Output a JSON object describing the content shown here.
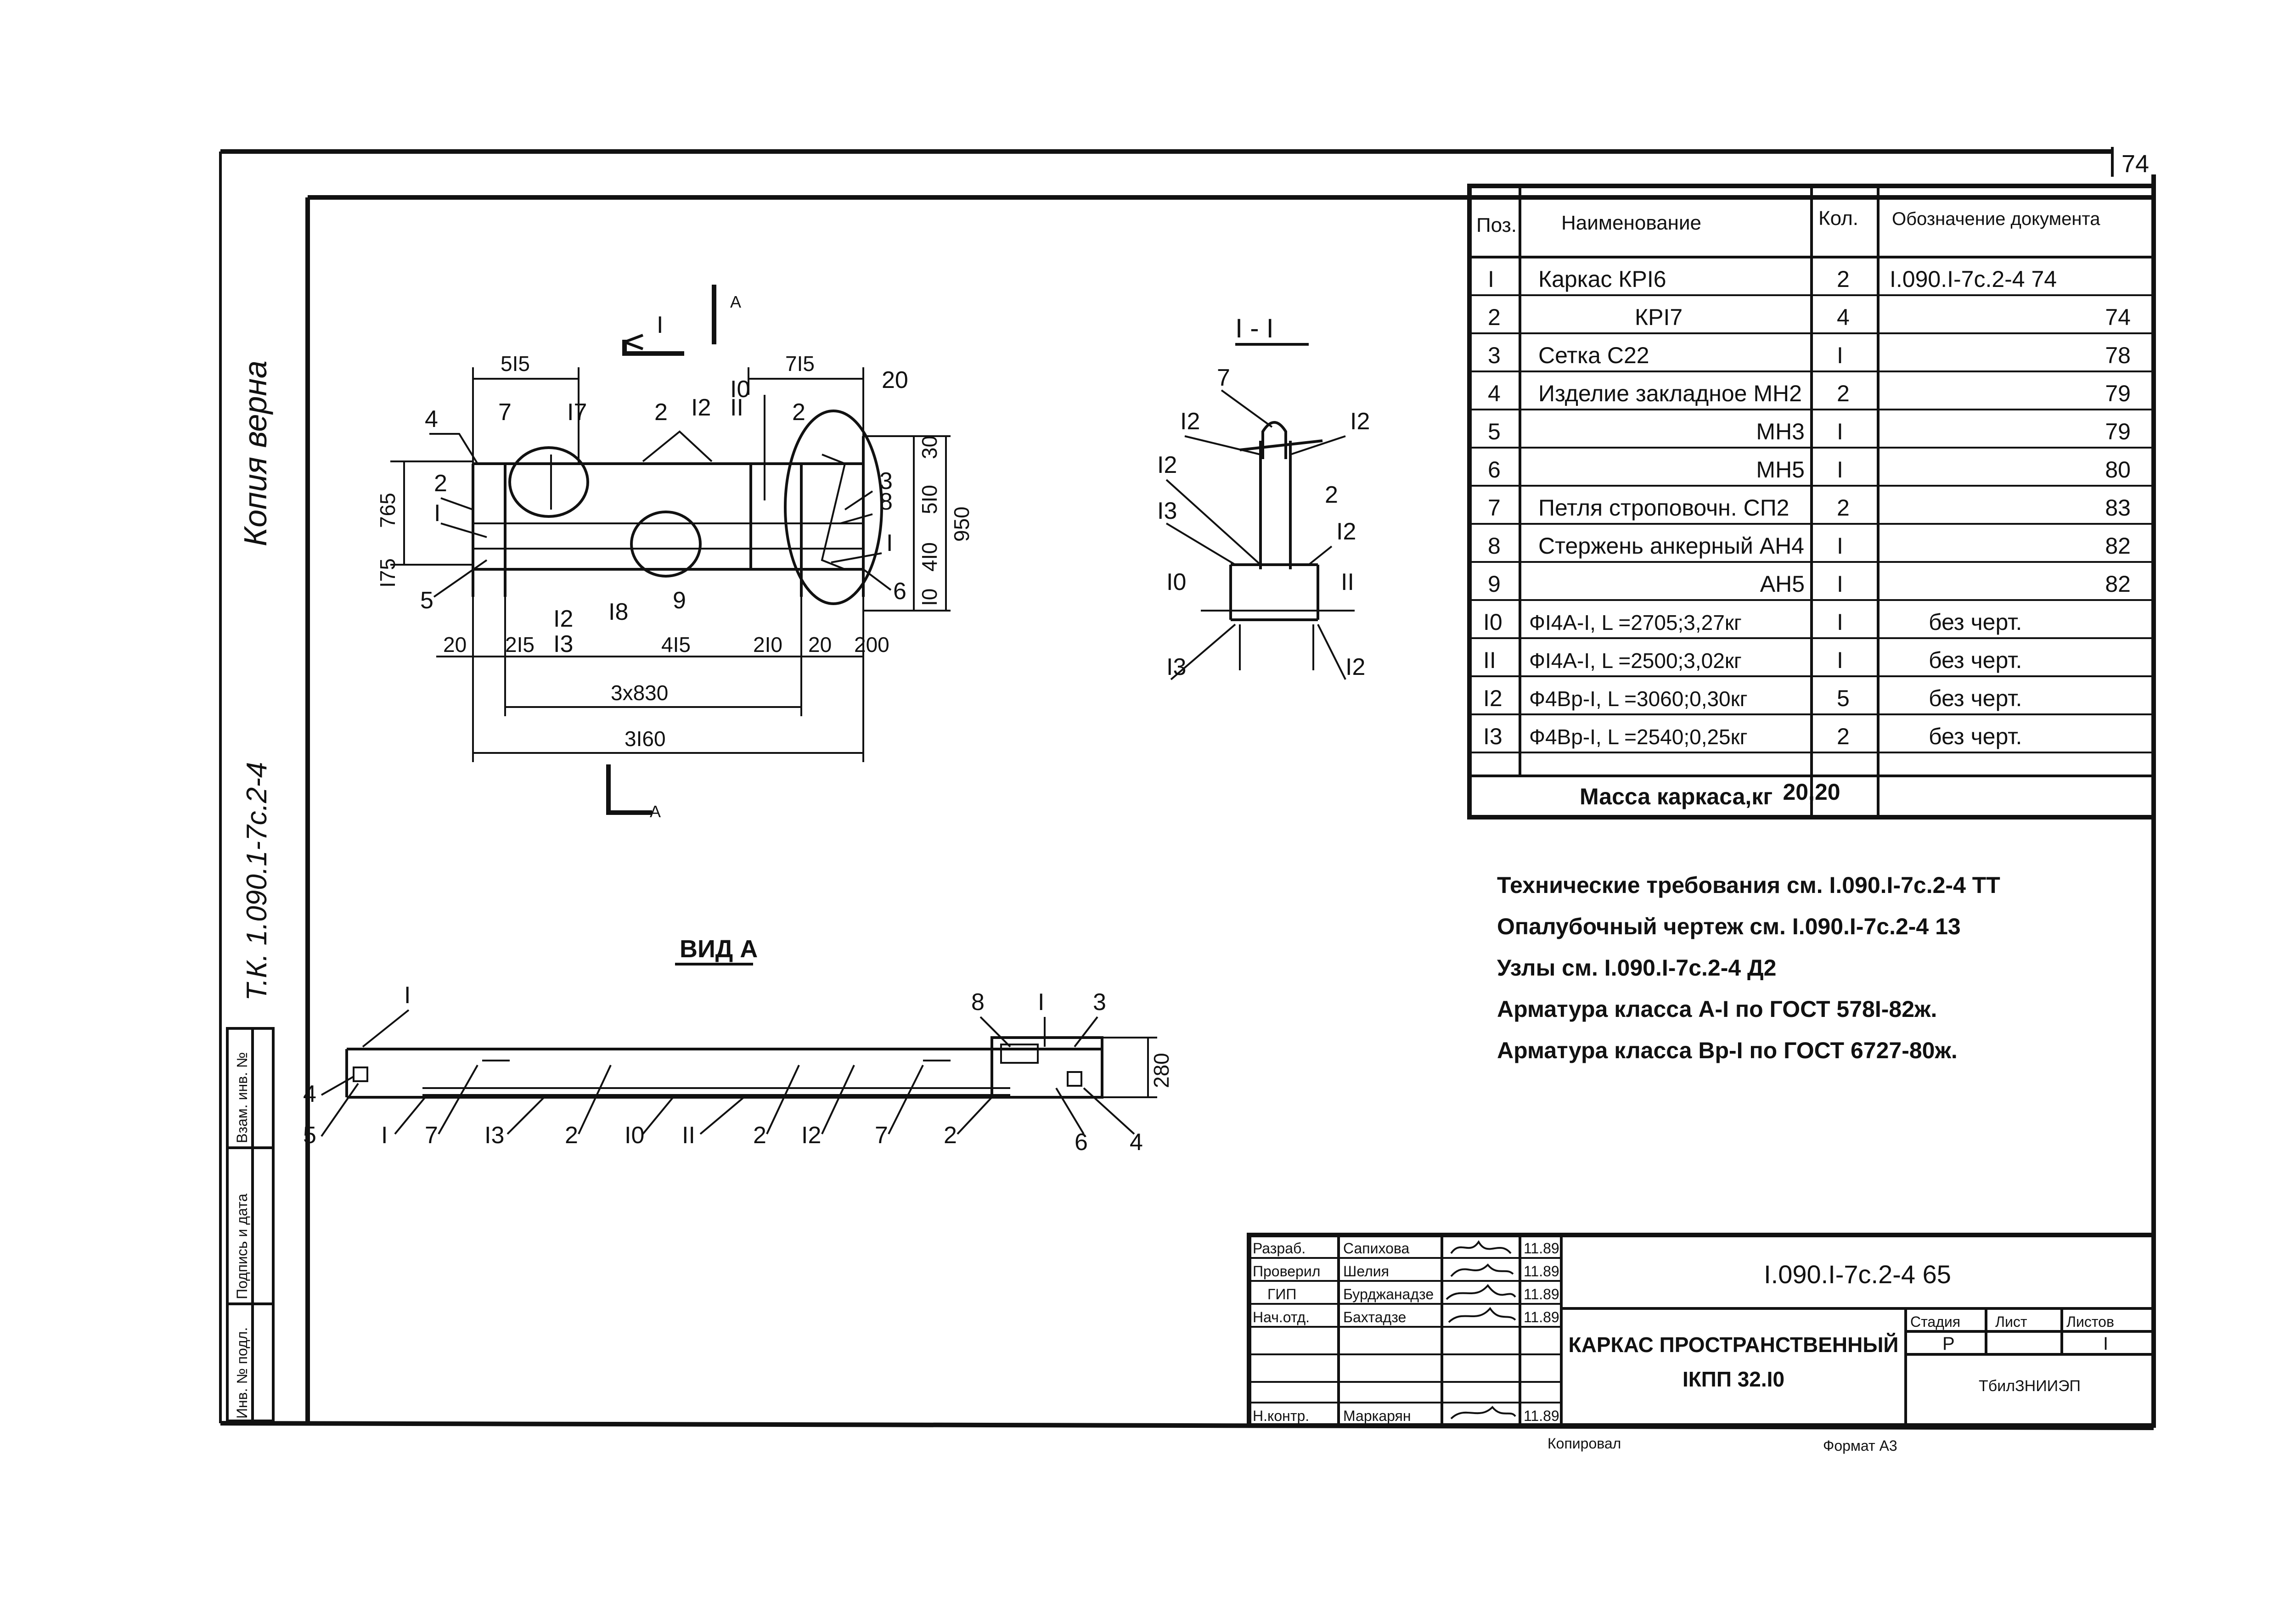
{
  "page_number": "74",
  "margin_text": {
    "top_sig": "Копия верна",
    "code": "Т.К. 1.090.1-7с.2-4"
  },
  "left_strip": {
    "cells": [
      "Взам. инв. №",
      "Подпись и дата",
      "Инв. № подл."
    ]
  },
  "spec_table": {
    "headers": {
      "pos": "Поз.",
      "name": "Наименование",
      "qty": "Кол.",
      "doc": "Обозначение документа"
    },
    "rows": [
      {
        "pos": "I",
        "name": "Каркас КРI6",
        "qty": "2",
        "doc": "I.090.I-7с.2-4 74"
      },
      {
        "pos": "2",
        "name": "КРI7",
        "qty": "4",
        "doc": "74"
      },
      {
        "pos": "3",
        "name": "Сетка С22",
        "qty": "I",
        "doc": "78"
      },
      {
        "pos": "4",
        "name": "Изделие закладное МН2",
        "qty": "2",
        "doc": "79"
      },
      {
        "pos": "5",
        "name": "МН3",
        "qty": "I",
        "doc": "79"
      },
      {
        "pos": "6",
        "name": "МН5",
        "qty": "I",
        "doc": "80"
      },
      {
        "pos": "7",
        "name": "Петля строповочн. СП2",
        "qty": "2",
        "doc": "83"
      },
      {
        "pos": "8",
        "name": "Стержень анкерный АН4",
        "qty": "I",
        "doc": "82"
      },
      {
        "pos": "9",
        "name": "АН5",
        "qty": "I",
        "doc": "82"
      },
      {
        "pos": "I0",
        "name": "ФI4А-I, L =2705;3,27кг",
        "qty": "I",
        "doc": "без черт."
      },
      {
        "pos": "II",
        "name": "ФI4А-I, L =2500;3,02кг",
        "qty": "I",
        "doc": "без черт."
      },
      {
        "pos": "I2",
        "name": "Ф4Вр-I, L =3060;0,30кг",
        "qty": "5",
        "doc": "без черт."
      },
      {
        "pos": "I3",
        "name": "Ф4Вр-I, L =2540;0,25кг",
        "qty": "2",
        "doc": "без черт."
      }
    ],
    "mass_label": "Масса каркаса,кг",
    "mass_value": "20,20"
  },
  "notes": [
    "Технические требования см. I.090.I-7с.2-4 ТТ",
    "Опалубочный чертеж см. I.090.I-7с.2-4 13",
    "Узлы см. I.090.I-7с.2-4 Д2",
    "Арматура класса А-I по ГОСТ 578I-82ж.",
    "Арматура класса Вр-I по ГОСТ 6727-80ж."
  ],
  "views": {
    "section_title": "I - I",
    "view_a_title": "ВИД А",
    "cut_mark": "I",
    "arrow_mark": "А"
  },
  "main_dims": {
    "d515": "5I5",
    "d715": "7I5",
    "d30": "30",
    "d765": "765",
    "d175": "I75",
    "d510": "5I0",
    "d410": "4I0",
    "d10": "I0",
    "d950": "950",
    "d20a": "20",
    "d215": "2I5",
    "d415": "4I5",
    "d210": "2I0",
    "d20b": "20",
    "d200": "200",
    "d3x830": "3x830",
    "d3160": "3I60"
  },
  "main_labels": [
    "4",
    "7",
    "I7",
    "2",
    "I2",
    "I0",
    "II",
    "2",
    "20",
    "2",
    "I",
    "5",
    "I2",
    "I3",
    "I8",
    "9",
    "3",
    "8",
    "I",
    "6"
  ],
  "section_labels": [
    "7",
    "I2",
    "I2",
    "I2",
    "2",
    "I3",
    "I2",
    "I0",
    "II",
    "I3",
    "I2"
  ],
  "view_a_labels_top": [
    "I",
    "8",
    "I",
    "3"
  ],
  "view_a_labels_bottom": [
    "4",
    "5",
    "I",
    "7",
    "I3",
    "2",
    "I0",
    "II",
    "2",
    "I2",
    "7",
    "2",
    "6",
    "4"
  ],
  "view_a_dim": "280",
  "title_block": {
    "rows": [
      {
        "role": "Разраб.",
        "name": "Сапихова",
        "date": "11.89"
      },
      {
        "role": "Проверил",
        "name": "Шелия",
        "date": "11.89"
      },
      {
        "role": "ГИП",
        "name": "Бурджанадзе",
        "date": "11.89"
      },
      {
        "role": "Нач.отд.",
        "name": "Бахтадзе",
        "date": "11.89"
      },
      {
        "role": "",
        "name": "",
        "date": ""
      },
      {
        "role": "",
        "name": "",
        "date": ""
      },
      {
        "role": "Н.контр.",
        "name": "Маркарян",
        "date": "11.89"
      }
    ],
    "code": "I.090.I-7с.2-4 65",
    "title_line1": "КАРКАС ПРОСТРАНСТВЕННЫЙ",
    "title_line2": "IКПП 32.I0",
    "stage_label": "Стадия",
    "sheet_label": "Лист",
    "sheets_label": "Листов",
    "stage_value": "Р",
    "sheet_value": "",
    "sheets_value": "I",
    "org": "ТбилЗНИИЭП"
  },
  "footer": {
    "copied": "Копировал",
    "format": "Формат А3"
  }
}
